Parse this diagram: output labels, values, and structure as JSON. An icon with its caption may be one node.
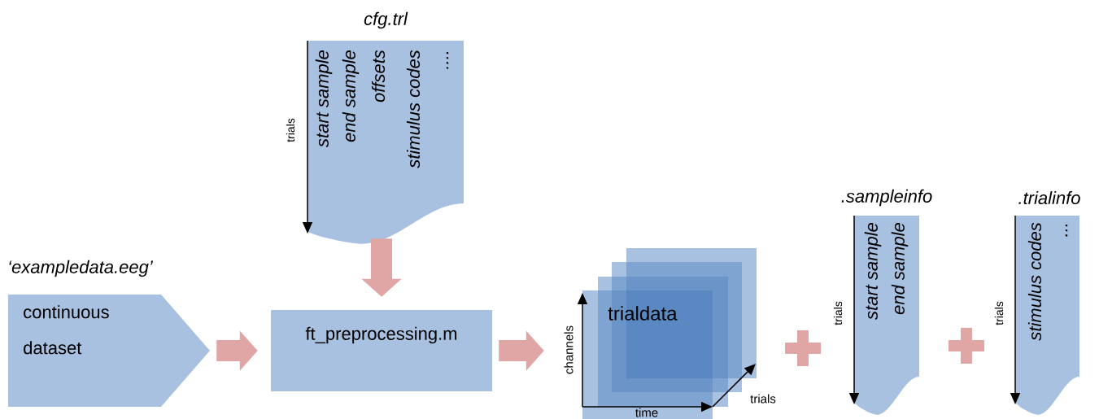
{
  "diagram": {
    "nodes": [
      {
        "text": [
          "cfg.trl",
          "start sample",
          "end sample",
          "offsets",
          "stimulus codes",
          "...."
        ],
        "beside": [
          "trials"
        ]
      },
      {
        "text": [
          "‘exampledata.eeg’",
          "continuous dataset"
        ]
      },
      {
        "text": [
          "ft_preprocessing.m"
        ]
      },
      {
        "text": [
          "trialdata"
        ],
        "beside": [
          "channels",
          "time",
          "trials"
        ]
      },
      {
        "text": [
          ".sampleinfo",
          "start sample",
          "end sample"
        ],
        "beside": [
          "trials"
        ]
      },
      {
        "text": [
          ".trialinfo",
          "stimulus codes",
          "..."
        ],
        "beside": [
          "trials"
        ]
      }
    ],
    "edges": [
      {
        "from": 0,
        "to": 2,
        "arrow": "to"
      },
      {
        "from": 1,
        "to": 2,
        "arrow": "to"
      },
      {
        "from": 2,
        "to": 3,
        "arrow": "to"
      }
    ]
  }
}
